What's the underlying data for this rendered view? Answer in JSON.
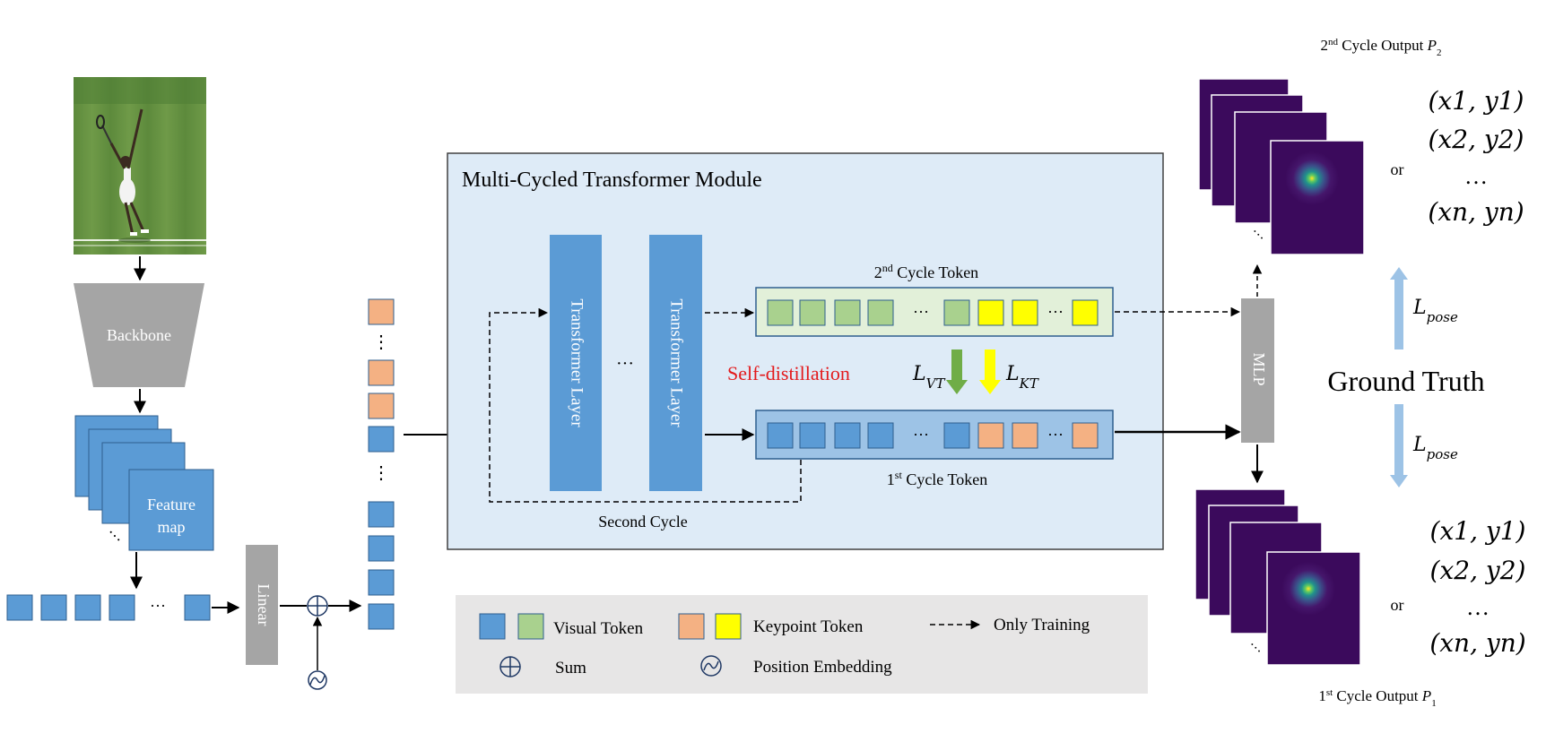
{
  "module_title": "Multi-Cycled Transformer Module",
  "backbone_label": "Backbone",
  "feature_map_label_line1": "Feature",
  "feature_map_label_line2": "map",
  "linear_label": "Linear",
  "transformer_layer_label": "Transformer Layer",
  "ellipsis": "···",
  "ellipsis_v": "⋮",
  "second_cycle_token": {
    "base": "2",
    "sup": "nd",
    "rest": " Cycle Token"
  },
  "first_cycle_token": {
    "base": "1",
    "sup": "st",
    "rest": " Cycle Token"
  },
  "self_distillation_label": "Self-distillation",
  "loss_vt": {
    "base": "L",
    "sub": "VT"
  },
  "loss_kt": {
    "base": "L",
    "sub": "KT"
  },
  "second_cycle_label": "Second Cycle",
  "mlp_label": "MLP",
  "ground_truth_label": "Ground Truth",
  "loss_pose": {
    "base": "L",
    "sub": "pose"
  },
  "output_2": {
    "base": "2",
    "sup": "nd",
    "rest": " Cycle Output ",
    "var": "P",
    "sub": "2"
  },
  "output_1": {
    "base": "1",
    "sup": "st",
    "rest": " Cycle Output ",
    "var": "P",
    "sub": "1"
  },
  "or_label": "or",
  "coords": [
    "(x1, y1)",
    "(x2, y2)",
    "…",
    "(xn, yn)"
  ],
  "legend": {
    "visual_token": "Visual Token",
    "keypoint_token": "Keypoint Token",
    "only_training": "Only Training",
    "sum": "Sum",
    "position_embedding": "Position Embedding"
  },
  "colors": {
    "visual_blue": "#5b9bd5",
    "visual_green": "#a9d18e",
    "keypoint_orange": "#f4b183",
    "keypoint_yellow": "#ffff00",
    "module_bg": "#deebf7",
    "token_bar_green": "#e2f0d9",
    "token_bar_blue": "#9dc3e6",
    "gray": "#a5a5a5",
    "self_distillation": "#e31a1c",
    "arrow_vt": "#70ad47",
    "heatmap_bg": "#3b0a5c",
    "pose_arrow": "#9dc3e6"
  }
}
